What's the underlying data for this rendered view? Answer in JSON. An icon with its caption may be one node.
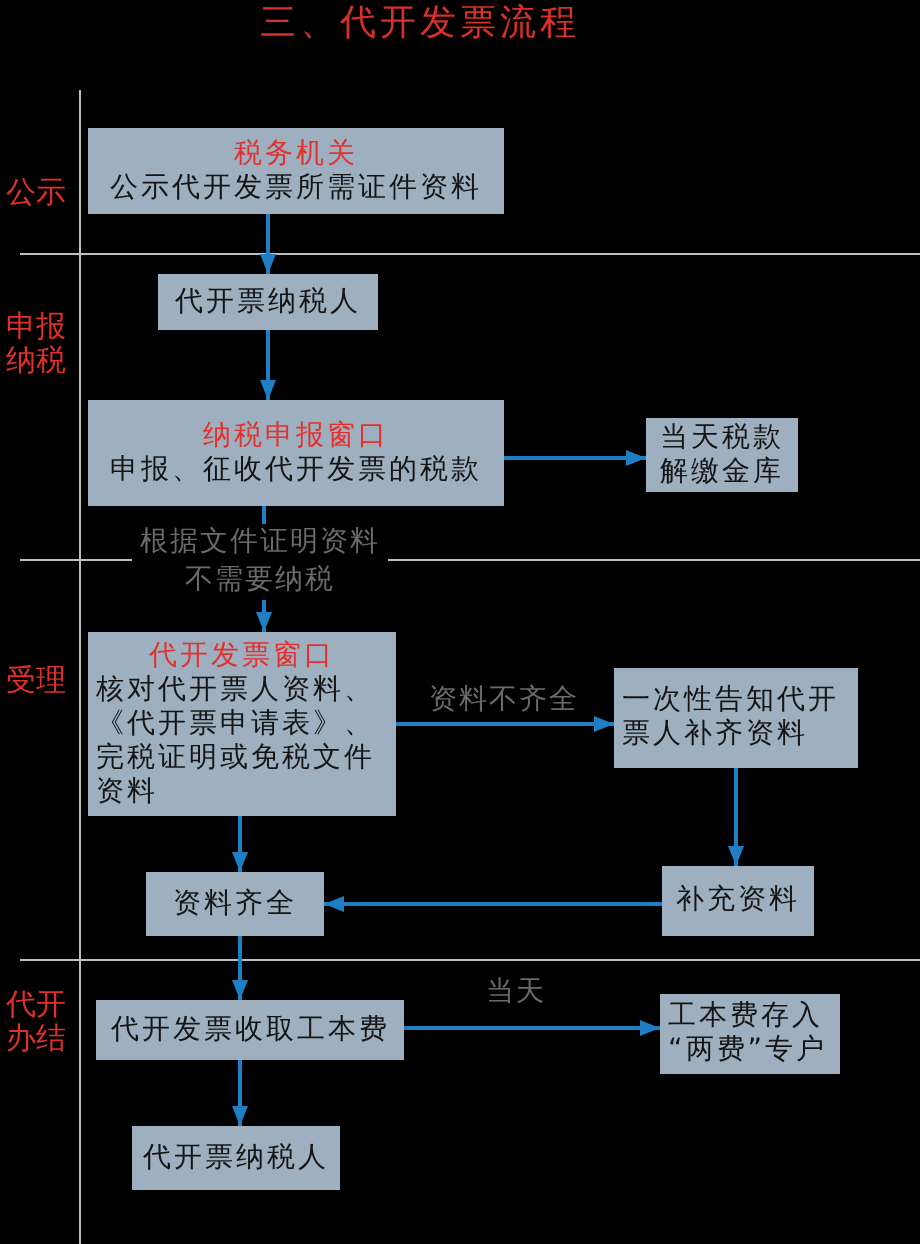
{
  "diagram": {
    "title": "三、代开发票流程",
    "nodes": [
      {
        "text": [
          "税务机关",
          "公示代开发票所需证件资料"
        ]
      },
      {
        "text": [
          "代开票纳税人"
        ]
      },
      {
        "text": [
          "纳税申报窗口",
          "申报、征收代开发票的税款"
        ]
      },
      {
        "text": [
          "当天税款解缴金库"
        ]
      },
      {
        "text": [
          "代开发票窗口",
          "核对代开票人资料、《代开票申请表》、完税证明或免税文件资料"
        ]
      },
      {
        "text": [
          "一次性告知代开票人补齐资料"
        ]
      },
      {
        "text": [
          "资料齐全"
        ]
      },
      {
        "text": [
          "补充资料"
        ]
      },
      {
        "text": [
          "代开发票收取工本费"
        ]
      },
      {
        "text": [
          "工本费存入“两费”专户"
        ]
      },
      {
        "text": [
          "代开票纳税人"
        ]
      }
    ],
    "edges": [
      {
        "from": 0,
        "to": 1,
        "arrow": "to"
      },
      {
        "from": 1,
        "to": 2,
        "arrow": "to"
      },
      {
        "from": 2,
        "to": 3,
        "arrow": "to"
      },
      {
        "from": 2,
        "to": 4,
        "arrow": "to",
        "label": "根据文件证明资料不需要纳税"
      },
      {
        "from": 4,
        "to": 5,
        "arrow": "to",
        "label": "资料不齐全"
      },
      {
        "from": 5,
        "to": 7,
        "arrow": "to"
      },
      {
        "from": 7,
        "to": 6,
        "arrow": "to"
      },
      {
        "from": 4,
        "to": 6,
        "arrow": "to"
      },
      {
        "from": 6,
        "to": 8,
        "arrow": "to"
      },
      {
        "from": 8,
        "to": 9,
        "arrow": "to",
        "label": "当天"
      },
      {
        "from": 8,
        "to": 10,
        "arrow": "to"
      }
    ],
    "labels": [
      "公示",
      "申报纳税",
      "受理",
      "代开办结"
    ]
  }
}
